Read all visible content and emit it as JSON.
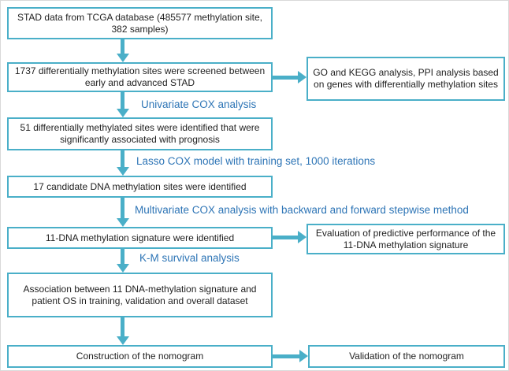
{
  "colors": {
    "accent": "#4aafc8",
    "label_blue": "#2e75b6",
    "box_text": "#1f1f1f"
  },
  "flowchart": {
    "main_boxes": [
      {
        "text": "STAD data from TCGA database (485577 methylation site, 382 samples)"
      },
      {
        "text": "1737 differentially methylation sites were screened between early and advanced STAD"
      },
      {
        "text": "51 differentially methylated sites were identified that were significantly associated with prognosis"
      },
      {
        "text": "17 candidate DNA methylation sites were identified"
      },
      {
        "text": "11-DNA methylation signature were identified"
      },
      {
        "text": "Association between 11 DNA-methylation signature and patient OS in training, validation and overall dataset"
      },
      {
        "text": "Construction of the nomogram"
      }
    ],
    "side_boxes": [
      {
        "text": "GO and KEGG analysis, PPI analysis based on genes with differentially methylation sites"
      },
      {
        "text": "Evaluation of predictive performance of the 11-DNA methylation signature"
      },
      {
        "text": "Validation of the nomogram"
      }
    ],
    "arrow_labels": [
      {
        "text": "Univariate COX analysis"
      },
      {
        "text": "Lasso COX model with training set, 1000 iterations"
      },
      {
        "text": "Multivariate COX analysis with backward and forward stepwise method"
      },
      {
        "text": "K-M survival analysis"
      }
    ]
  }
}
